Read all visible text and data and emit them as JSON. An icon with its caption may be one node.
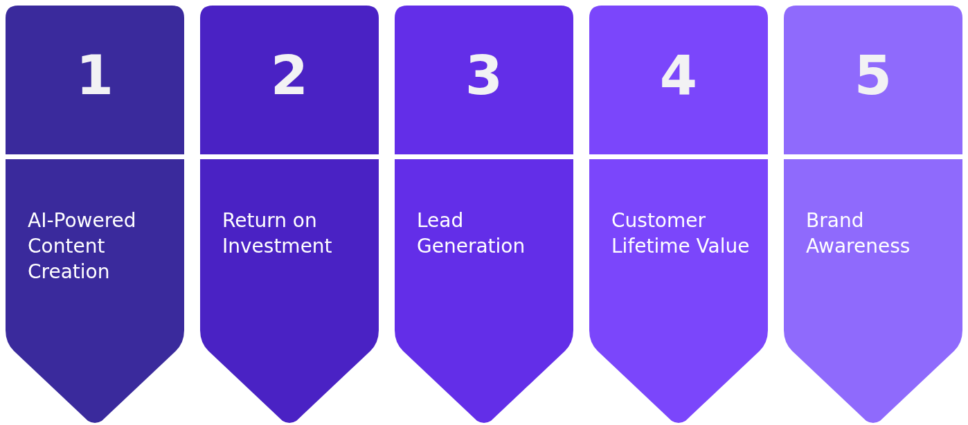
{
  "diagram": {
    "nodes": [
      {
        "text": [
          "1"
        ]
      },
      {
        "text": [
          "AI-Powered Content Creation"
        ]
      },
      {
        "text": [
          "2"
        ]
      },
      {
        "text": [
          "Return on Investment"
        ]
      },
      {
        "text": [
          "3"
        ]
      },
      {
        "text": [
          "Lead Generation"
        ]
      },
      {
        "text": [
          "4"
        ]
      },
      {
        "text": [
          "Customer Lifetime Value"
        ]
      },
      {
        "text": [
          "5"
        ]
      },
      {
        "text": [
          "Brand Awareness"
        ]
      }
    ]
  }
}
